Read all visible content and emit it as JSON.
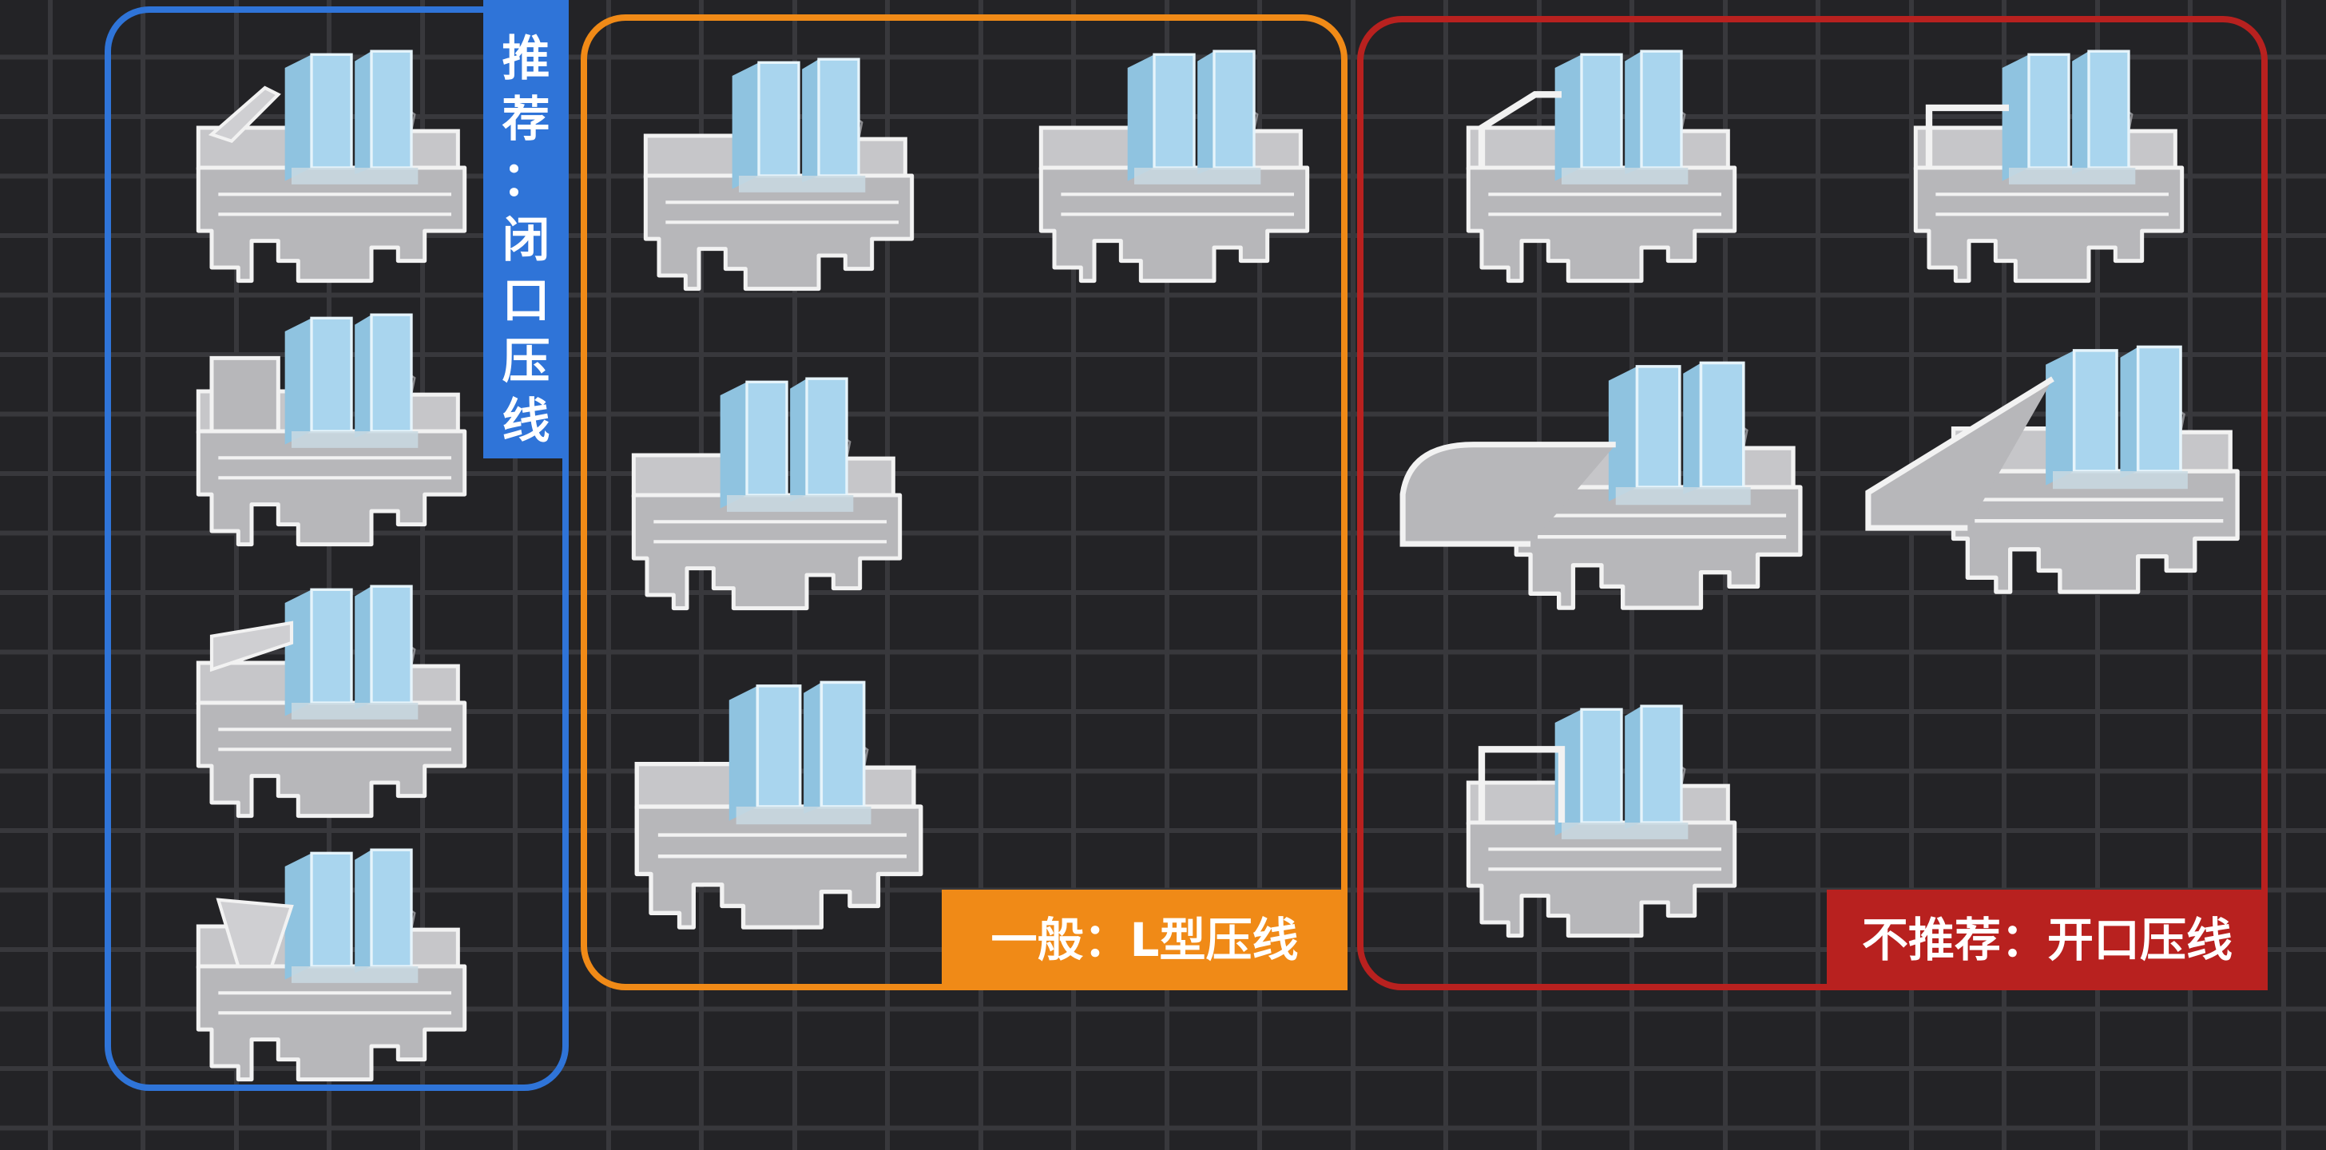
{
  "groups": {
    "closed": {
      "label_chars": [
        "推",
        "荐",
        "：",
        "闭",
        "口",
        "压",
        "线"
      ],
      "color": "#2f74d8",
      "variants": [
        "closed-diagonal",
        "closed-box",
        "closed-slant",
        "closed-folded"
      ]
    },
    "lshape": {
      "label": "一般：L型压线",
      "color": "#f08a17",
      "variants": [
        "l-profile-a",
        "l-profile-b",
        "l-profile-c",
        "l-profile-d"
      ]
    },
    "open": {
      "label": "不推荐：开口压线",
      "color": "#b8211f",
      "variants": [
        "open-slanted",
        "open-box",
        "open-round-long",
        "open-sloped-long",
        "open-square"
      ]
    }
  },
  "colors": {
    "background": "#232326",
    "brick_line": "#38383c",
    "glass": "#a9d5ee",
    "glass_edge": "#e6f4fb",
    "aluminum": "#b7b7ba",
    "aluminum_light": "#dcdcde",
    "aluminum_outline": "#f2f2f2",
    "gasket": "#3c3c40"
  }
}
